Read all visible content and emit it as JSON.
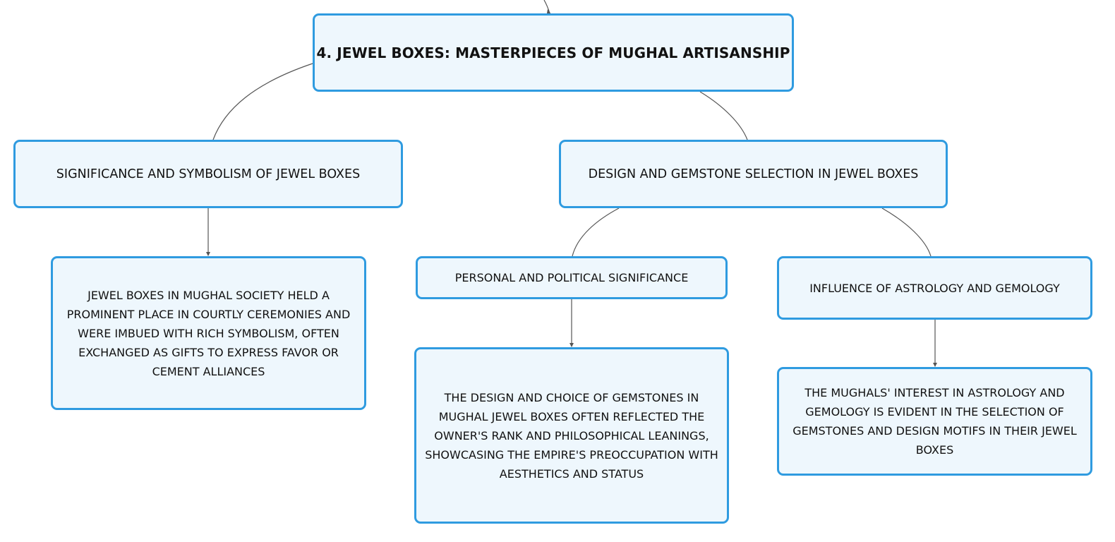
{
  "colors": {
    "node_fill": "#eef7fd",
    "node_border": "#2f9be0",
    "connector": "#555555",
    "text": "#111111"
  },
  "nodes": {
    "root": "4. JEWEL BOXES: MASTERPIECES OF MUGHAL ARTISANSHIP",
    "significance": "SIGNIFICANCE AND SYMBOLISM OF JEWEL BOXES",
    "design": "DESIGN AND GEMSTONE SELECTION IN JEWEL BOXES",
    "significance_desc": "JEWEL BOXES IN MUGHAL SOCIETY HELD A PROMINENT PLACE IN COURTLY CEREMONIES AND WERE IMBUED WITH RICH SYMBOLISM, OFTEN EXCHANGED AS GIFTS TO EXPRESS FAVOR OR CEMENT ALLIANCES",
    "personal": "PERSONAL AND POLITICAL SIGNIFICANCE",
    "astrology": "INFLUENCE OF ASTROLOGY AND GEMOLOGY",
    "personal_desc": "THE DESIGN AND CHOICE OF GEMSTONES IN MUGHAL JEWEL BOXES OFTEN REFLECTED THE OWNER'S RANK AND PHILOSOPHICAL LEANINGS, SHOWCASING THE EMPIRE'S PREOCCUPATION WITH AESTHETICS AND STATUS",
    "astrology_desc": "THE MUGHALS' INTEREST IN ASTROLOGY AND GEMOLOGY IS EVIDENT IN THE SELECTION OF GEMSTONES AND DESIGN MOTIFS IN THEIR JEWEL BOXES"
  }
}
